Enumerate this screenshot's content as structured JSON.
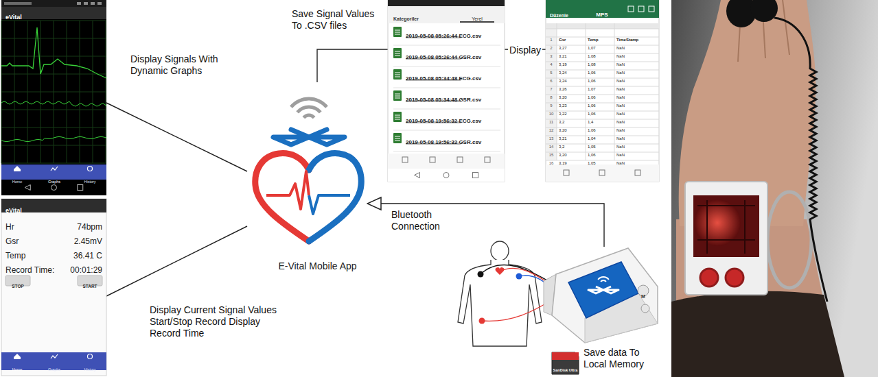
{
  "diagram": {
    "nodes": [
      {
        "text": [
          "eVital",
          "Home",
          "Graphs",
          "History"
        ]
      },
      {
        "text": [
          "eVital",
          "Hr",
          "74bpm",
          "Gsr",
          "2.45mV",
          "Temp",
          "36.41 C",
          "Record Time:",
          "00:01:29",
          "STOP",
          "START",
          "Home",
          "Graphs",
          "History"
        ]
      },
      {
        "text": [
          "E-Vital Mobile App"
        ]
      },
      {
        "text": [
          "Kategoriler",
          "Yerel",
          "2019-05-08 05:26:44 ECG.csv",
          "2019-05-08 05:26:44 GSR.csv",
          "2019-05-08 05:34:48 ECG.csv",
          "2019-05-08 05:34:48 GSR.csv",
          "2019-05-08 19:56:32 ECG.csv",
          "2019-05-08 19:56:32 GSR.csv"
        ]
      },
      {
        "text": [
          "Düzenle",
          "MPS",
          "1",
          "Gsr",
          "Temp",
          "TimeStamp",
          "2",
          "3,27",
          "1,07",
          "NaN",
          "3",
          "3,21",
          "1,08",
          "NaN",
          "4",
          "3,19",
          "1,08",
          "NaN",
          "5",
          "3,24",
          "1,06",
          "NaN",
          "6",
          "3,24",
          "1,06",
          "NaN",
          "7",
          "3,26",
          "1,07",
          "NaN",
          "8",
          "3,20",
          "1,06",
          "NaN",
          "9",
          "3,23",
          "1,06",
          "NaN",
          "10",
          "3,22",
          "1,06",
          "NaN",
          "11",
          "3,2",
          "1,4",
          "NaN",
          "12",
          "3,20",
          "1,06",
          "NaN",
          "13",
          "3,21",
          "1,04",
          "NaN",
          "14",
          "3,2",
          "1,05",
          "NaN",
          "15",
          "3,20",
          "1,06",
          "NaN",
          "16",
          "3,19",
          "1,05",
          "NaN"
        ]
      },
      {
        "text": [
          "M"
        ]
      }
    ],
    "edges": [
      {
        "from": 0,
        "to": 2,
        "arrow": "none"
      },
      {
        "from": 2,
        "to": 1,
        "arrow": "none"
      },
      {
        "from": 2,
        "to": 3,
        "arrow": "none"
      },
      {
        "from": 3,
        "to": 4,
        "label": "Display",
        "arrow": "none"
      },
      {
        "from": 5,
        "to": 2,
        "arrow": "to"
      }
    ],
    "labels": [
      "Display Signals With Dynamic Graphs",
      "Save Signal Values To .CSV files",
      "Display Current Signal Values Start/Stop Record Display Record Time",
      "Bluetooth Connection",
      "Save data To Local Memory",
      "SanDisk Ultra"
    ]
  }
}
